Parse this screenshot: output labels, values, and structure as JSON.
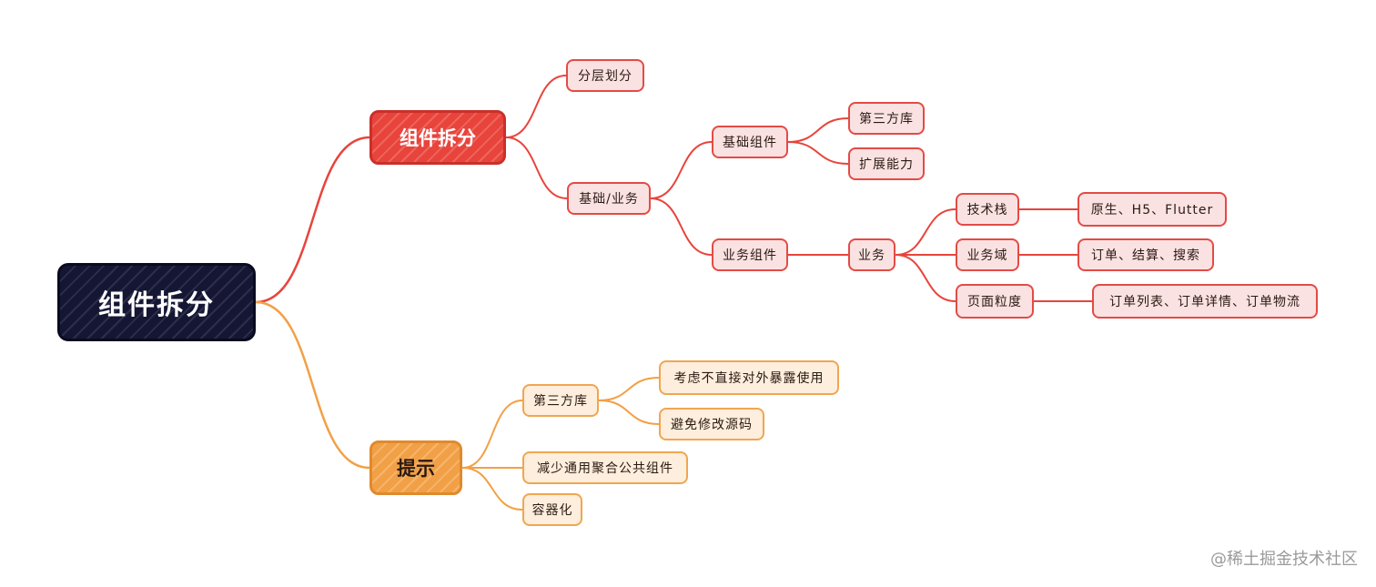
{
  "root": {
    "label": "组件拆分"
  },
  "branches": [
    {
      "label": "组件拆分",
      "color": "#e8443c",
      "children": [
        {
          "label": "分层划分"
        },
        {
          "label": "基础/业务",
          "children": [
            {
              "label": "基础组件",
              "children": [
                {
                  "label": "第三方库"
                },
                {
                  "label": "扩展能力"
                }
              ]
            },
            {
              "label": "业务组件",
              "children": [
                {
                  "label": "业务",
                  "children": [
                    {
                      "label": "技术栈",
                      "children": [
                        {
                          "label": "原生、H5、Flutter"
                        }
                      ]
                    },
                    {
                      "label": "业务域",
                      "children": [
                        {
                          "label": "订单、结算、搜索"
                        }
                      ]
                    },
                    {
                      "label": "页面粒度",
                      "children": [
                        {
                          "label": "订单列表、订单详情、订单物流"
                        }
                      ]
                    }
                  ]
                }
              ]
            }
          ]
        }
      ]
    },
    {
      "label": "提示",
      "color": "#f2a046",
      "children": [
        {
          "label": "第三方库",
          "children": [
            {
              "label": "考虑不直接对外暴露使用"
            },
            {
              "label": "避免修改源码"
            }
          ]
        },
        {
          "label": "减少通用聚合公共组件"
        },
        {
          "label": "容器化"
        }
      ]
    }
  ],
  "watermark": "@稀土掘金技术社区"
}
